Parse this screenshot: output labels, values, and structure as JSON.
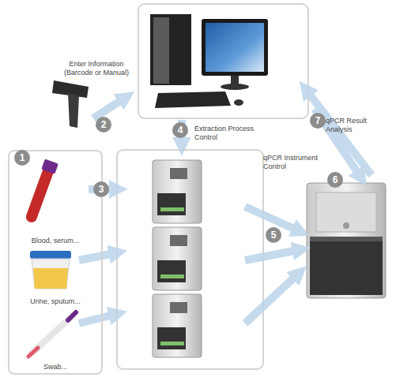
{
  "diagram": {
    "nodes": [
      {
        "text": [
          "Blood, serum...",
          "Urine, sputum...",
          "Swab..."
        ]
      }
    ],
    "labels": [
      "Enter Information (Barcode or Manual)",
      "1",
      "2",
      "3",
      "4",
      "5",
      "6",
      "7",
      "Extraction Process Control",
      "qPCR Instrument Control",
      "qPCR Result Analysis"
    ]
  }
}
